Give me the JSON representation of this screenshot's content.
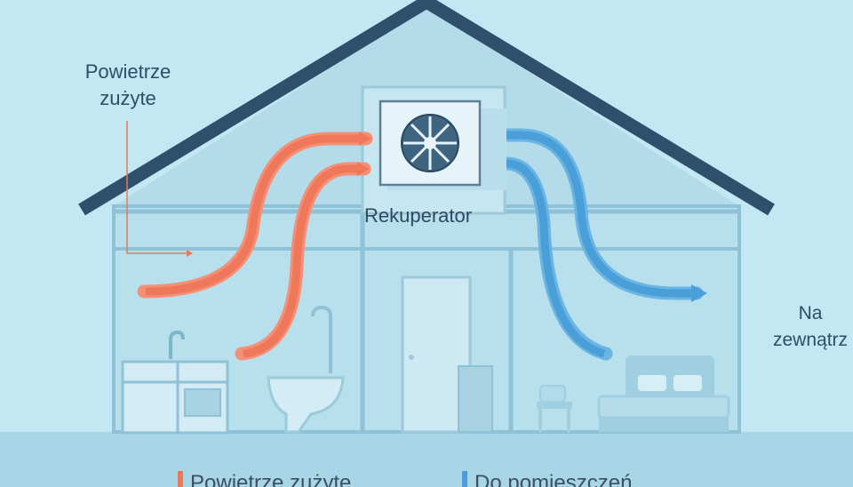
{
  "labels": {
    "exhaust_top": "Powietrze zużyte",
    "outside": "Na zewnątrz",
    "recuperator": "Rekuperator"
  },
  "legend": {
    "items": [
      {
        "label": "Powietrze zużyte",
        "color": "#f0785a"
      },
      {
        "label": "Do pomieszczeń",
        "color": "#4a9fd8"
      }
    ]
  },
  "colors": {
    "roof": "#2f4f6a",
    "warm_flow": "#f0785a",
    "cool_flow": "#4a9fd8"
  },
  "icons": [
    "fan-icon",
    "sink-icon",
    "toilet-icon",
    "bed-icon",
    "door-icon"
  ]
}
